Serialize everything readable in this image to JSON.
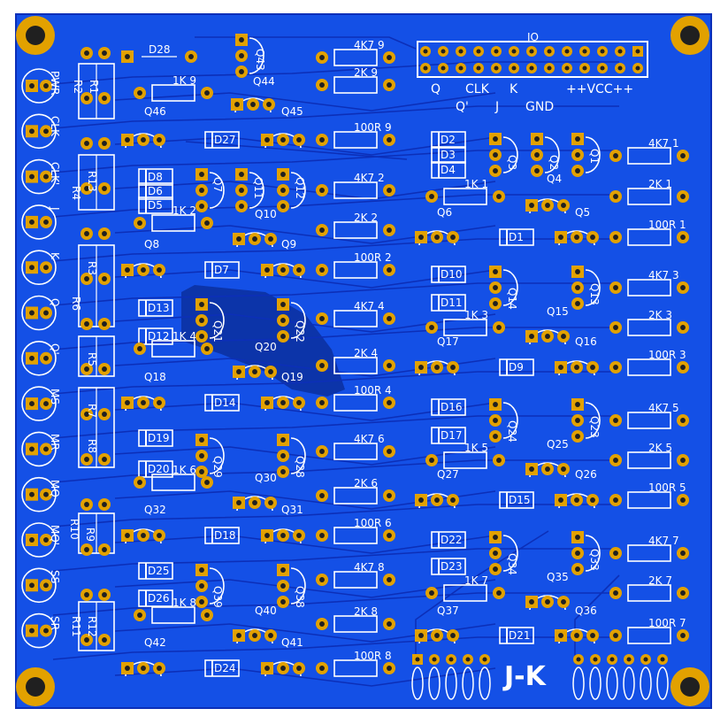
{
  "board": {
    "colors": {
      "background": "#ffffff",
      "copper": "#1450e6",
      "copper_dark": "#0a2f9e",
      "trace": "#0c2fb8",
      "pad": "#e2a100",
      "silk": "#ffffff",
      "hole": "#202020"
    },
    "header_title": "IO",
    "header_pins_top": [
      "Q",
      "CLK",
      "K",
      "++VCC++"
    ],
    "header_pins_bottom": [
      "Q'",
      "J",
      "GND"
    ],
    "footer_title": "J-K",
    "left_connectors": [
      "PWR",
      "CLK",
      "CLK'",
      "J",
      "K",
      "Q",
      "Q'",
      "MS",
      "MR",
      "MQ",
      "MQ'",
      "SS",
      "SR"
    ],
    "left_resistors": [
      "R1",
      "R2",
      "R13",
      "R4",
      "R3",
      "R6",
      "R5",
      "R7",
      "R8",
      "R9",
      "R10",
      "R12",
      "R11"
    ],
    "left_block": {
      "diodes": [
        "D28",
        "D27",
        "D8",
        "D6",
        "D5",
        "D7",
        "D13",
        "D12",
        "D14",
        "D19",
        "D20",
        "D18",
        "D25",
        "D26",
        "D24"
      ],
      "transistors": [
        "Q43",
        "Q44",
        "Q45",
        "Q46",
        "Q7",
        "Q11",
        "Q12",
        "Q10",
        "Q9",
        "Q8",
        "Q21",
        "Q22",
        "Q20",
        "Q19",
        "Q18",
        "Q29",
        "Q28",
        "Q30",
        "Q31",
        "Q32",
        "Q39",
        "Q38",
        "Q40",
        "Q41",
        "Q42"
      ],
      "resistors": [
        "4K7_9",
        "2K_9",
        "1K_9",
        "100R_9",
        "4K7_2",
        "2K_2",
        "1K_2",
        "100R_2",
        "4K7_4",
        "2K_4",
        "1K_4",
        "100R_4",
        "4K7_6",
        "2K_6",
        "1K_6",
        "100R_6",
        "4K7_8",
        "2K_8",
        "1K_8",
        "100R_8"
      ]
    },
    "right_block": {
      "diodes": [
        "D2",
        "D3",
        "D4",
        "D1",
        "D10",
        "D11",
        "D9",
        "D16",
        "D17",
        "D15",
        "D22",
        "D23",
        "D21"
      ],
      "transistors": [
        "Q3",
        "Q2",
        "Q1",
        "Q4",
        "Q5",
        "Q6",
        "Q14",
        "Q13",
        "Q15",
        "Q16",
        "Q17",
        "Q24",
        "Q23",
        "Q25",
        "Q26",
        "Q27",
        "Q34",
        "Q33",
        "Q35",
        "Q36",
        "Q37"
      ],
      "resistors": [
        "4K7_1",
        "2K_1",
        "1K_1",
        "100R_1",
        "4K7_3",
        "2K_3",
        "1K_3",
        "100R_3",
        "4K7_5",
        "2K_5",
        "1K_5",
        "100R_5",
        "4K7_7",
        "2K_7",
        "1K_7",
        "100R_7"
      ]
    }
  }
}
